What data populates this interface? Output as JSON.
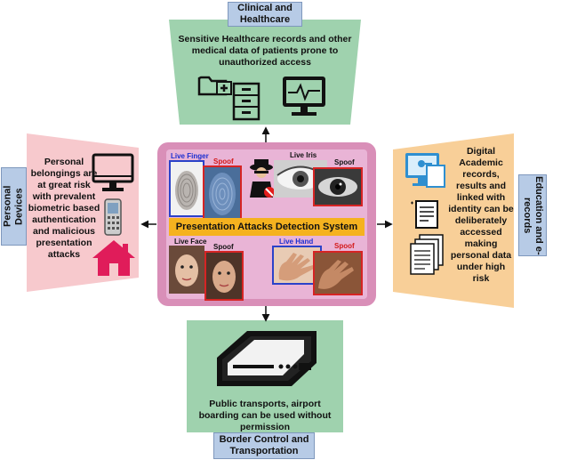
{
  "top": {
    "title": "Clinical and Healthcare",
    "text": "Sensitive Healthcare records and other medical data of patients prone to unauthorized access"
  },
  "left": {
    "title": "Personal Devices",
    "text": "Personal belongings are at great risk with prevalent biometric based authentication and malicious presentation attacks"
  },
  "right": {
    "title": "Education and e-records",
    "text": "Digital Academic records, results and linked with identity can be deliberately accessed making personal data under high risk"
  },
  "bottom": {
    "title": "Border Control and Transportation",
    "text": "Public transports, airport boarding can be used without permission"
  },
  "center": {
    "banner": "Presentation Attacks Detection System",
    "live_finger": "Live Finger",
    "spoof_finger": "Spoof",
    "live_iris": "Live Iris",
    "spoof_iris": "Spoof",
    "live_face": "Live Face",
    "spoof_face": "Spoof",
    "live_hand": "Live Hand",
    "spoof_hand": "Spoof"
  },
  "colors": {
    "top_panel": "#9fd2ae",
    "left_panel": "#f7c9cd",
    "right_panel": "#f8cf98",
    "bottom_panel": "#9fd2ae",
    "center_box": "#d98fb8",
    "banner": "#f5b21f",
    "label_tab": "#b7cbe6"
  }
}
